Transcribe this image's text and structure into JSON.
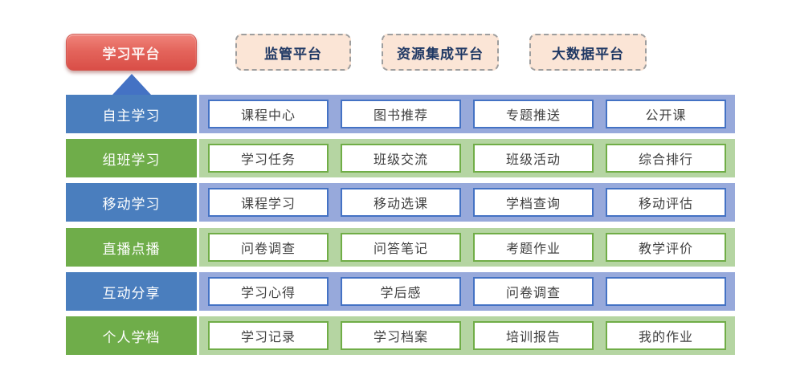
{
  "header": {
    "primary": {
      "label": "学习平台"
    },
    "platforms": [
      {
        "label": "监管平台"
      },
      {
        "label": "资源集成平台"
      },
      {
        "label": "大数据平台"
      }
    ]
  },
  "rows": [
    {
      "label": "自主学习",
      "theme": "blue",
      "items": [
        "课程中心",
        "图书推荐",
        "专题推送",
        "公开课"
      ]
    },
    {
      "label": "组班学习",
      "theme": "green",
      "items": [
        "学习任务",
        "班级交流",
        "班级活动",
        "综合排行"
      ]
    },
    {
      "label": "移动学习",
      "theme": "blue",
      "items": [
        "课程学习",
        "移动选课",
        "学档查询",
        "移动评估"
      ]
    },
    {
      "label": "直播点播",
      "theme": "green",
      "items": [
        "问卷调查",
        "问答笔记",
        "考题作业",
        "教学评价"
      ]
    },
    {
      "label": "互动分享",
      "theme": "blue",
      "items": [
        "学习心得",
        "学后感",
        "问卷调查",
        ""
      ]
    },
    {
      "label": "个人学档",
      "theme": "green",
      "items": [
        "学习记录",
        "学习档案",
        "培训报告",
        "我的作业"
      ]
    }
  ],
  "colors": {
    "primary_button_red": "#d94e47",
    "dashed_button_bg": "#fbe5d6",
    "dashed_button_border": "#9e9e9e",
    "dashed_button_text": "#1f3864",
    "blue_label": "#4a7ebe",
    "blue_band": "#97a9db",
    "blue_box_border": "#4472c4",
    "green_label": "#6fad4a",
    "green_band": "#b5d5a2",
    "green_box_border": "#70ad47"
  }
}
